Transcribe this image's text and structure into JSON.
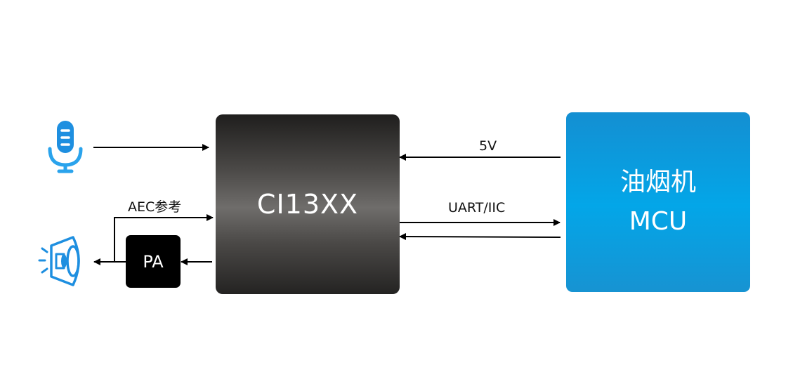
{
  "blocks": {
    "chip_label": "CI13XX",
    "mcu_line1": "油烟机",
    "mcu_line2": "MCU",
    "pa_label": "PA"
  },
  "labels": {
    "power": "5V",
    "comm": "UART/IIC",
    "aec": "AEC参考"
  },
  "icons": {
    "microphone": "microphone-icon",
    "speaker": "speaker-icon"
  },
  "colors": {
    "chip": "#3c3b3a",
    "mcu": "#0a9ee0",
    "pa": "#000000",
    "icon": "#1e8fe0"
  }
}
